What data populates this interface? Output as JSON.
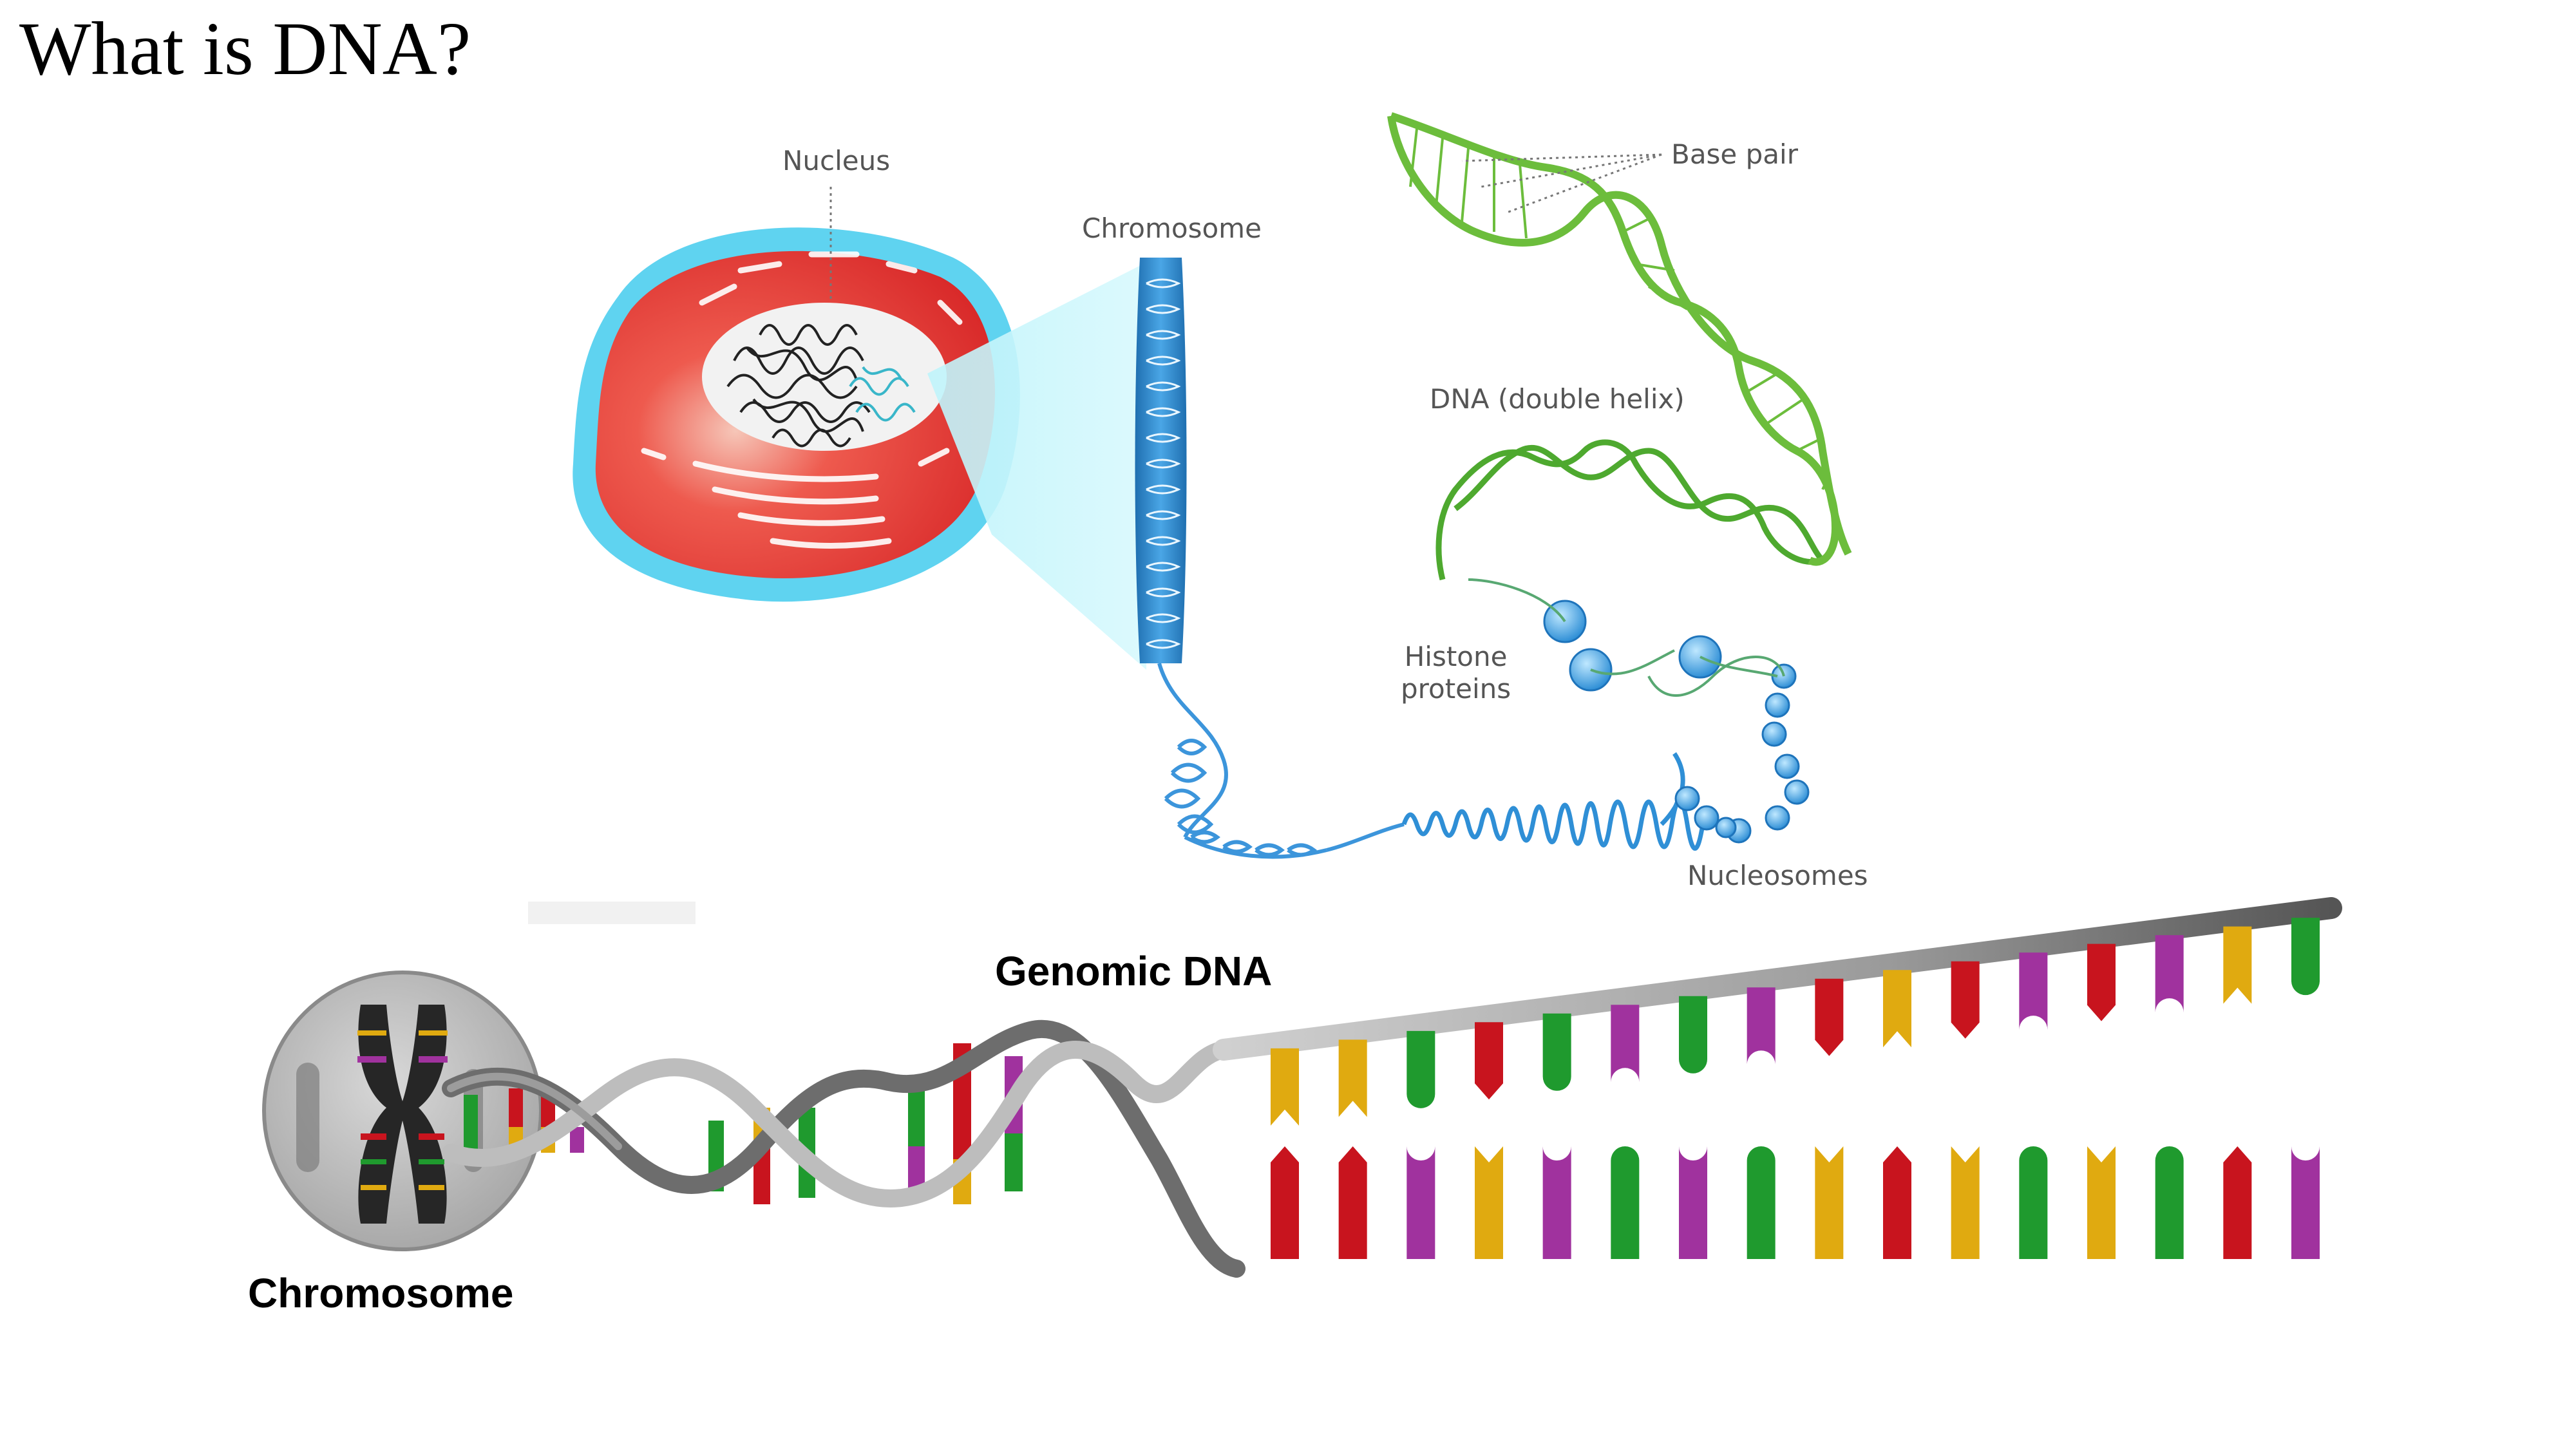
{
  "title": "What is DNA?",
  "labels": {
    "nucleus": "Nucleus",
    "chromosome_top": "Chromosome",
    "base_pair": "Base pair",
    "double_helix": "DNA (double helix)",
    "histone_line1": "Histone",
    "histone_line2": "proteins",
    "nucleosomes": "Nucleosomes",
    "genomic_dna": "Genomic DNA",
    "chromosome_bottom": "Chromosome"
  },
  "colors": {
    "cell_red": "#e23a36",
    "cell_membrane": "#5fd3f0",
    "chromatin_blue": "#2f8fd6",
    "helix_green": "#6cbd3c",
    "backbone_grey": "#8c8c8c",
    "base_red": "#c8141e",
    "base_yellow": "#e0aa10",
    "base_green": "#1f9a2e",
    "base_purple": "#a0329e"
  },
  "base_sequence_top": [
    "yellow",
    "yellow",
    "green",
    "red",
    "green",
    "purple",
    "green",
    "purple",
    "red",
    "yellow",
    "red",
    "purple",
    "red",
    "purple",
    "yellow",
    "green"
  ],
  "base_sequence_bottom": [
    "red",
    "red",
    "purple",
    "yellow",
    "purple",
    "green",
    "purple",
    "green",
    "yellow",
    "red",
    "yellow",
    "green",
    "yellow",
    "green",
    "red",
    "purple"
  ]
}
